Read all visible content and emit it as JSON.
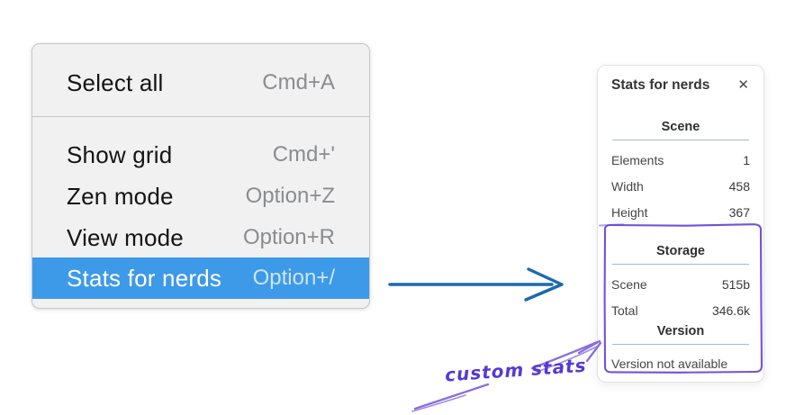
{
  "context_menu": {
    "items": [
      {
        "label": "Select all",
        "shortcut": "Cmd+A",
        "selected": false
      },
      {
        "label": "Show grid",
        "shortcut": "Cmd+'",
        "selected": false
      },
      {
        "label": "Zen mode",
        "shortcut": "Option+Z",
        "selected": false
      },
      {
        "label": "View mode",
        "shortcut": "Option+R",
        "selected": false
      },
      {
        "label": "Stats for nerds",
        "shortcut": "Option+/",
        "selected": true
      }
    ],
    "highlight_color": "#3d9ae8"
  },
  "stats_panel": {
    "title": "Stats for nerds",
    "close_icon": "✕",
    "sections": [
      {
        "header": "Scene",
        "rows": [
          {
            "label": "Elements",
            "value": "1"
          },
          {
            "label": "Width",
            "value": "458"
          },
          {
            "label": "Height",
            "value": "367"
          }
        ]
      },
      {
        "header": "Storage",
        "rows": [
          {
            "label": "Scene",
            "value": "515b"
          },
          {
            "label": "Total",
            "value": "346.6k"
          }
        ]
      },
      {
        "header": "Version",
        "note": "Version not available"
      }
    ]
  },
  "annotation": {
    "label": "custom stats",
    "text_color": "#5639d3",
    "box_color": "#6a48d7",
    "arrow_color": "#8a6de0"
  },
  "flow_arrow_color": "#1c69af"
}
